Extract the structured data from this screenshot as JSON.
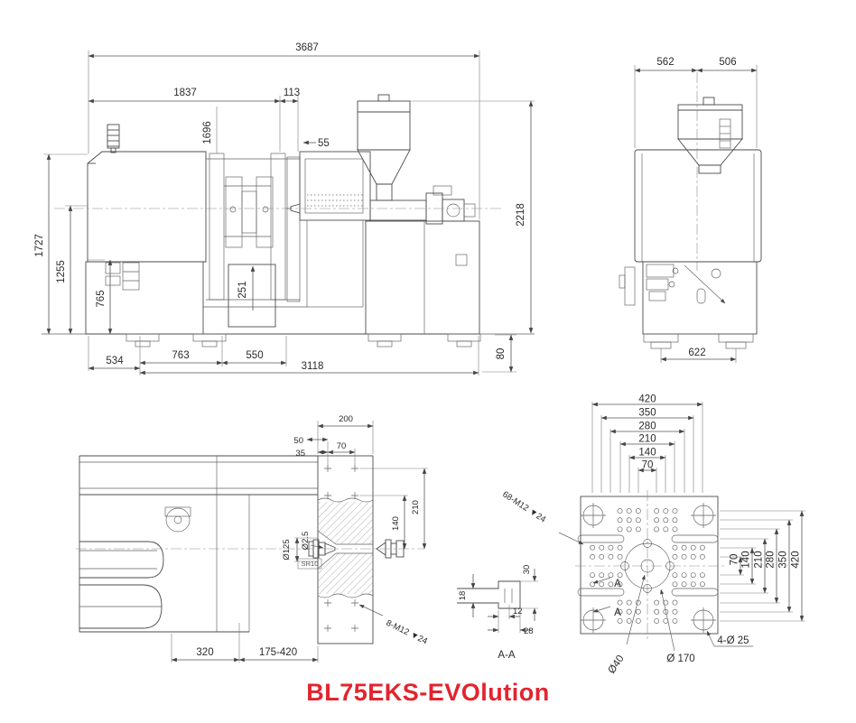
{
  "title": {
    "text": "BL75EKS-EVOlution"
  },
  "colors": {
    "title": "#e3242e",
    "line": "#4b4b4b",
    "dim_text": "#2b2b2b"
  },
  "side_view": {
    "dim_3687": "3687",
    "dim_1837": "1837",
    "dim_113": "113",
    "dim_55": "55",
    "dim_1696": "1696",
    "dim_2218": "2218",
    "dim_1727": "1727",
    "dim_1255": "1255",
    "dim_765": "765",
    "dim_251": "251",
    "dim_534": "534",
    "dim_763": "763",
    "dim_550": "550",
    "dim_3118": "3118",
    "dim_80": "80"
  },
  "front_view": {
    "dim_562": "562",
    "dim_506": "506",
    "dim_622": "622"
  },
  "nozzle_detail": {
    "dim_200": "200",
    "dim_50": "50",
    "dim_35": "35",
    "dim_70": "70",
    "dim_210": "210",
    "dim_140": "140",
    "dim_d125": "Ø125",
    "dim_d25": "Ø2.5",
    "dim_sr10": "SR10",
    "dim_320": "320",
    "dim_175_420": "175-420",
    "label_8m12": "8-M12 ▼24"
  },
  "section_aa": {
    "label": "A-A",
    "dim_18": "18",
    "dim_30": "30",
    "dim_12": "12",
    "dim_28": "28"
  },
  "platen": {
    "dims_top": [
      "420",
      "350",
      "280",
      "210",
      "140",
      "70"
    ],
    "dims_right": [
      "70",
      "140",
      "210",
      "280",
      "350",
      "420"
    ],
    "label_68m12": "68-M12 ▼24",
    "label_4d25": "4-Ø 25",
    "label_d40": "Ø40",
    "label_d170": "Ø 170",
    "section_marker": "A"
  }
}
